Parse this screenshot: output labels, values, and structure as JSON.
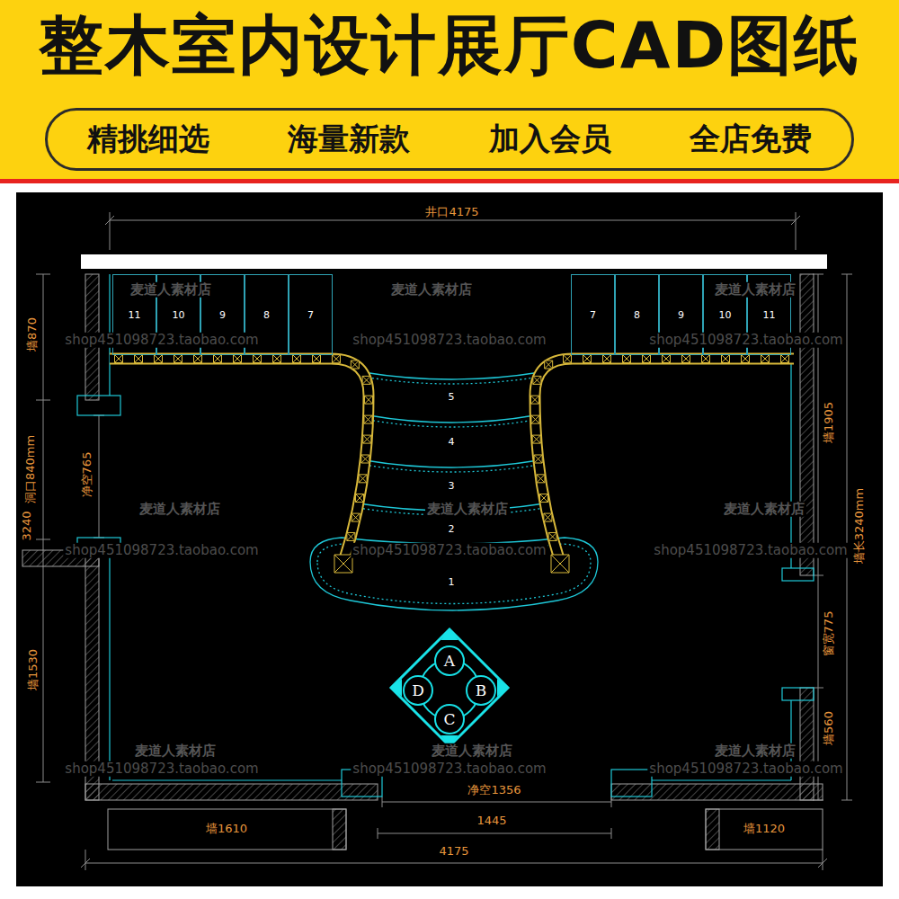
{
  "diagram": {
    "title": "整木室内设计展厅CAD图纸",
    "nodes": [
      {
        "text": [
          "精挑细选",
          "海量新款",
          "加入会员",
          "全店免费"
        ]
      },
      {
        "text": [
          "11"
        ]
      },
      {
        "text": [
          "10"
        ]
      },
      {
        "text": [
          "9"
        ]
      },
      {
        "text": [
          "8"
        ]
      },
      {
        "text": [
          "7"
        ]
      },
      {
        "text": [
          "7"
        ]
      },
      {
        "text": [
          "8"
        ]
      },
      {
        "text": [
          "9"
        ]
      },
      {
        "text": [
          "10"
        ]
      },
      {
        "text": [
          "11"
        ]
      },
      {
        "text": [
          "5"
        ]
      },
      {
        "text": [
          "4"
        ]
      },
      {
        "text": [
          "3"
        ]
      },
      {
        "text": [
          "2"
        ]
      },
      {
        "text": [
          "1"
        ]
      },
      {
        "text": [
          "A"
        ]
      },
      {
        "text": [
          "D"
        ]
      },
      {
        "text": [
          "B"
        ]
      },
      {
        "text": [
          "C"
        ]
      }
    ],
    "labels": [
      "井口4175",
      "麦道人素材店",
      "麦道人素材店",
      "麦道人素材店",
      "shop451098723.taobao.com",
      "shop451098723.taobao.com",
      "shop451098723.taobao.com",
      "墙870",
      "墙1905",
      "洞口840mm",
      "净空765",
      "墙长3240mm",
      "3240",
      "麦道人素材店",
      "麦道人素材店",
      "麦道人素材店",
      "shop451098723.taobao.com",
      "shop451098723.taobao.com",
      "shop451098723.taobao.com",
      "墙1530",
      "窗宽775",
      "墙560",
      "麦道人素材店",
      "麦道人素材店",
      "麦道人素材店",
      "shop451098723.taobao.com",
      "shop451098723.taobao.com",
      "shop451098723.taobao.com",
      "净空1356",
      "墙1610",
      "1445",
      "墙1120",
      "4175"
    ]
  }
}
